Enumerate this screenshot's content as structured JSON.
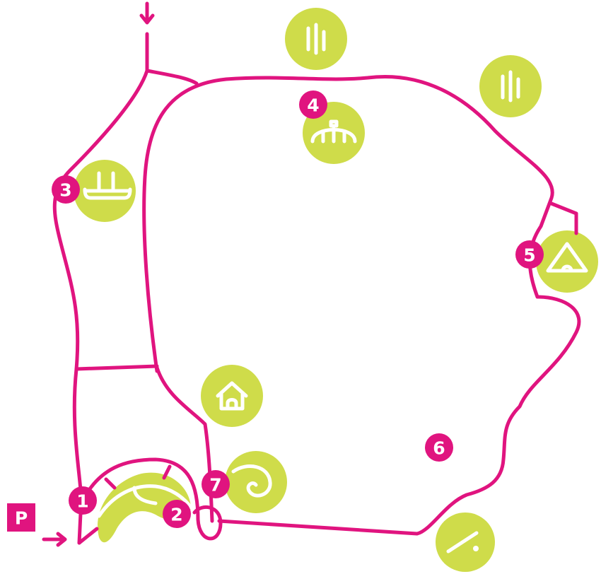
{
  "colors": {
    "trail": "#e0147f",
    "poi": "#cfdc4a",
    "icon": "#ffffff"
  },
  "parking": {
    "label": "P"
  },
  "stations": [
    {
      "number": "1"
    },
    {
      "number": "2"
    },
    {
      "number": "3",
      "icon": "bench-icon"
    },
    {
      "number": "4",
      "icon": "shower-icon"
    },
    {
      "number": "5",
      "icon": "tent-icon"
    },
    {
      "number": "6"
    },
    {
      "number": "7",
      "icon": "spiral-icon"
    }
  ],
  "other_icons": [
    "reeds-icon",
    "reeds-icon",
    "house-icon",
    "slope-icon"
  ]
}
